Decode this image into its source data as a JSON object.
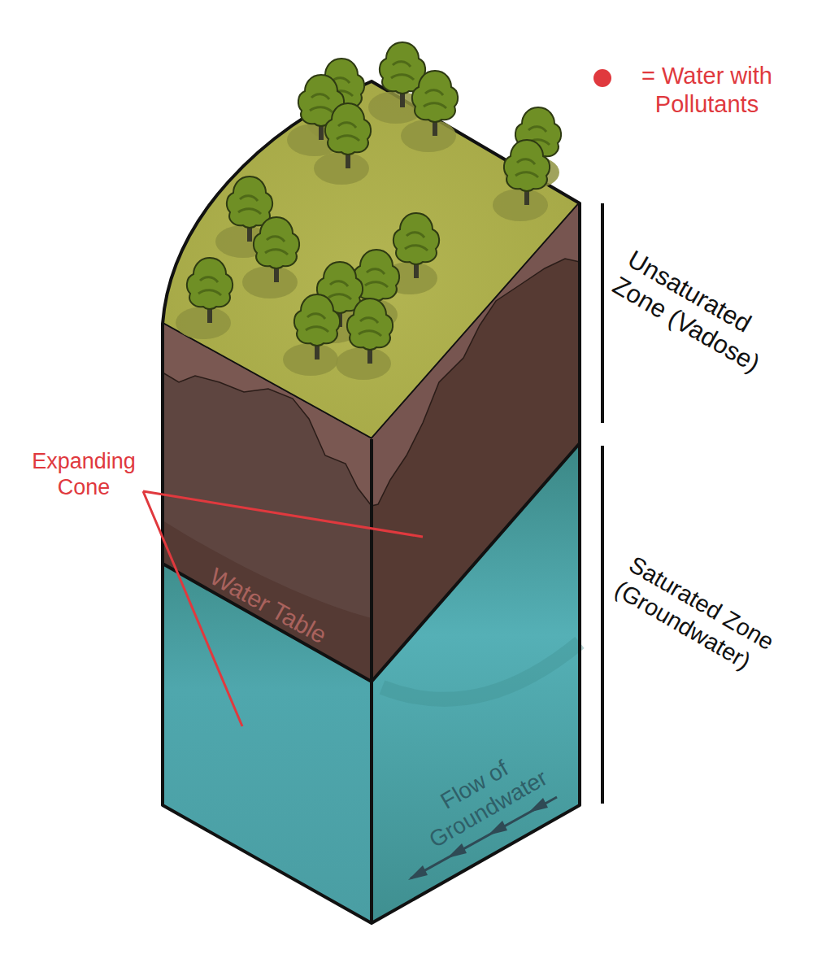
{
  "diagram": {
    "labels": [
      "Unsaturated Zone (Vadose)",
      "Saturated Zone (Groundwater)",
      "Expanding Cone",
      "Water Table",
      "Flow of Groundwater"
    ],
    "legend": [
      {
        "text": "= Water with Pollutants",
        "color": "#e0393e"
      }
    ]
  }
}
